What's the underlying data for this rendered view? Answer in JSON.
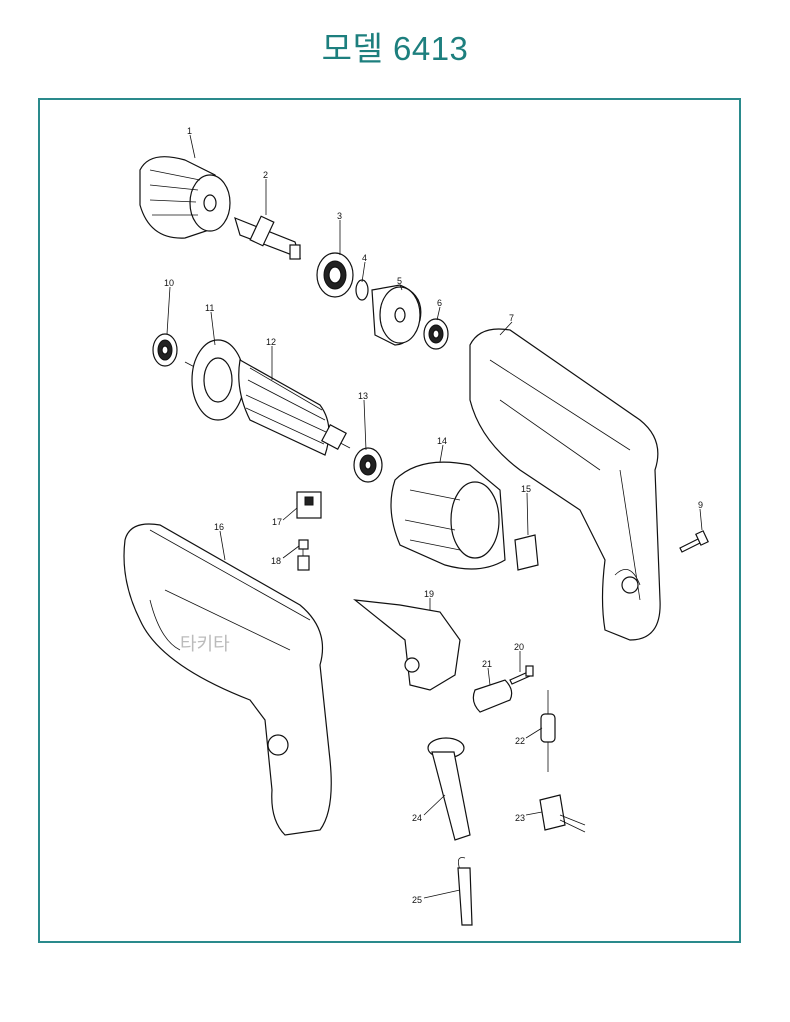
{
  "title": "모델 6413",
  "colors": {
    "accent": "#1d7f7e",
    "frame": "#2a8a8c"
  },
  "watermark": "타키타",
  "parts": {
    "p1": "1",
    "p2": "2",
    "p3": "3",
    "p4": "4",
    "p5": "5",
    "p6": "6",
    "p7": "7",
    "p9": "9",
    "p10": "10",
    "p11": "11",
    "p12": "12",
    "p13": "13",
    "p14": "14",
    "p15": "15",
    "p16": "16",
    "p17": "17",
    "p18": "18",
    "p19": "19",
    "p20": "20",
    "p21": "21",
    "p22": "22",
    "p23": "23",
    "p24": "24",
    "p25": "25"
  }
}
